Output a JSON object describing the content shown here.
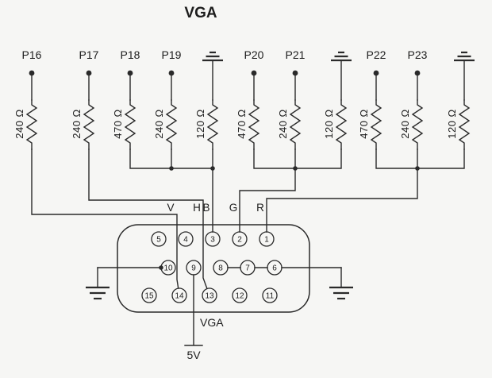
{
  "title": "VGA",
  "colors": {
    "ink": "#2a2a2a",
    "paper": "#f6f6f4"
  },
  "columns": [
    {
      "terminal": "P16",
      "value": "240 Ω",
      "top": "signal-terminal"
    },
    {
      "terminal": "P17",
      "value": "240 Ω",
      "top": "signal-terminal"
    },
    {
      "terminal": "P18",
      "value": "470 Ω",
      "top": "signal-terminal"
    },
    {
      "terminal": "P19",
      "value": "240 Ω",
      "top": "signal-terminal"
    },
    {
      "terminal": null,
      "value": "120 Ω",
      "top": "ground-icon"
    },
    {
      "terminal": "P20",
      "value": "470 Ω",
      "top": "signal-terminal"
    },
    {
      "terminal": "P21",
      "value": "240 Ω",
      "top": "signal-terminal"
    },
    {
      "terminal": null,
      "value": "120 Ω",
      "top": "ground-icon"
    },
    {
      "terminal": "P22",
      "value": "470 Ω",
      "top": "signal-terminal"
    },
    {
      "terminal": "P23",
      "value": "240 Ω",
      "top": "signal-terminal"
    },
    {
      "terminal": null,
      "value": "120 Ω",
      "top": "ground-icon"
    }
  ],
  "signals": [
    "V",
    "H",
    "B",
    "G",
    "R"
  ],
  "connector": {
    "label": "VGA",
    "rows": [
      [
        "5",
        "4",
        "3",
        "2",
        "1"
      ],
      [
        "10",
        "9",
        "8",
        "7",
        "6"
      ],
      [
        "15",
        "14",
        "13",
        "12",
        "11"
      ]
    ]
  },
  "power": {
    "label": "5V"
  }
}
